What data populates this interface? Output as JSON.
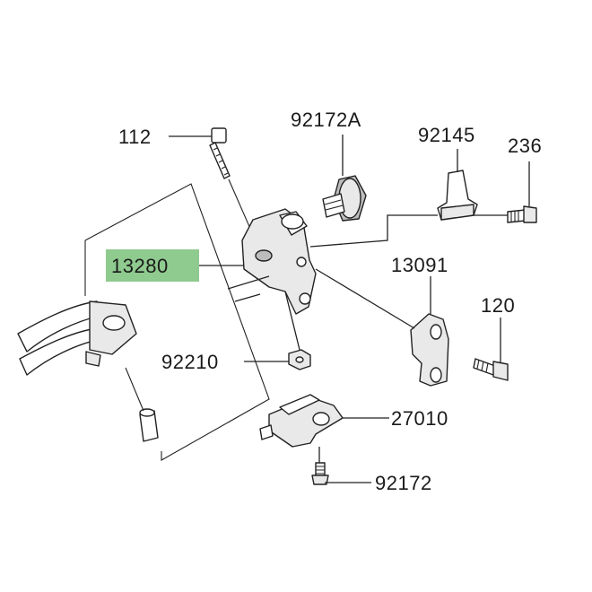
{
  "parts": {
    "p112": "112",
    "p92172A": "92172A",
    "p92145": "92145",
    "p236": "236",
    "p13280": "13280",
    "p13091": "13091",
    "p120": "120",
    "p92210": "92210",
    "p27010": "27010",
    "p92172": "92172"
  },
  "highlight_color": "#8fca8f"
}
